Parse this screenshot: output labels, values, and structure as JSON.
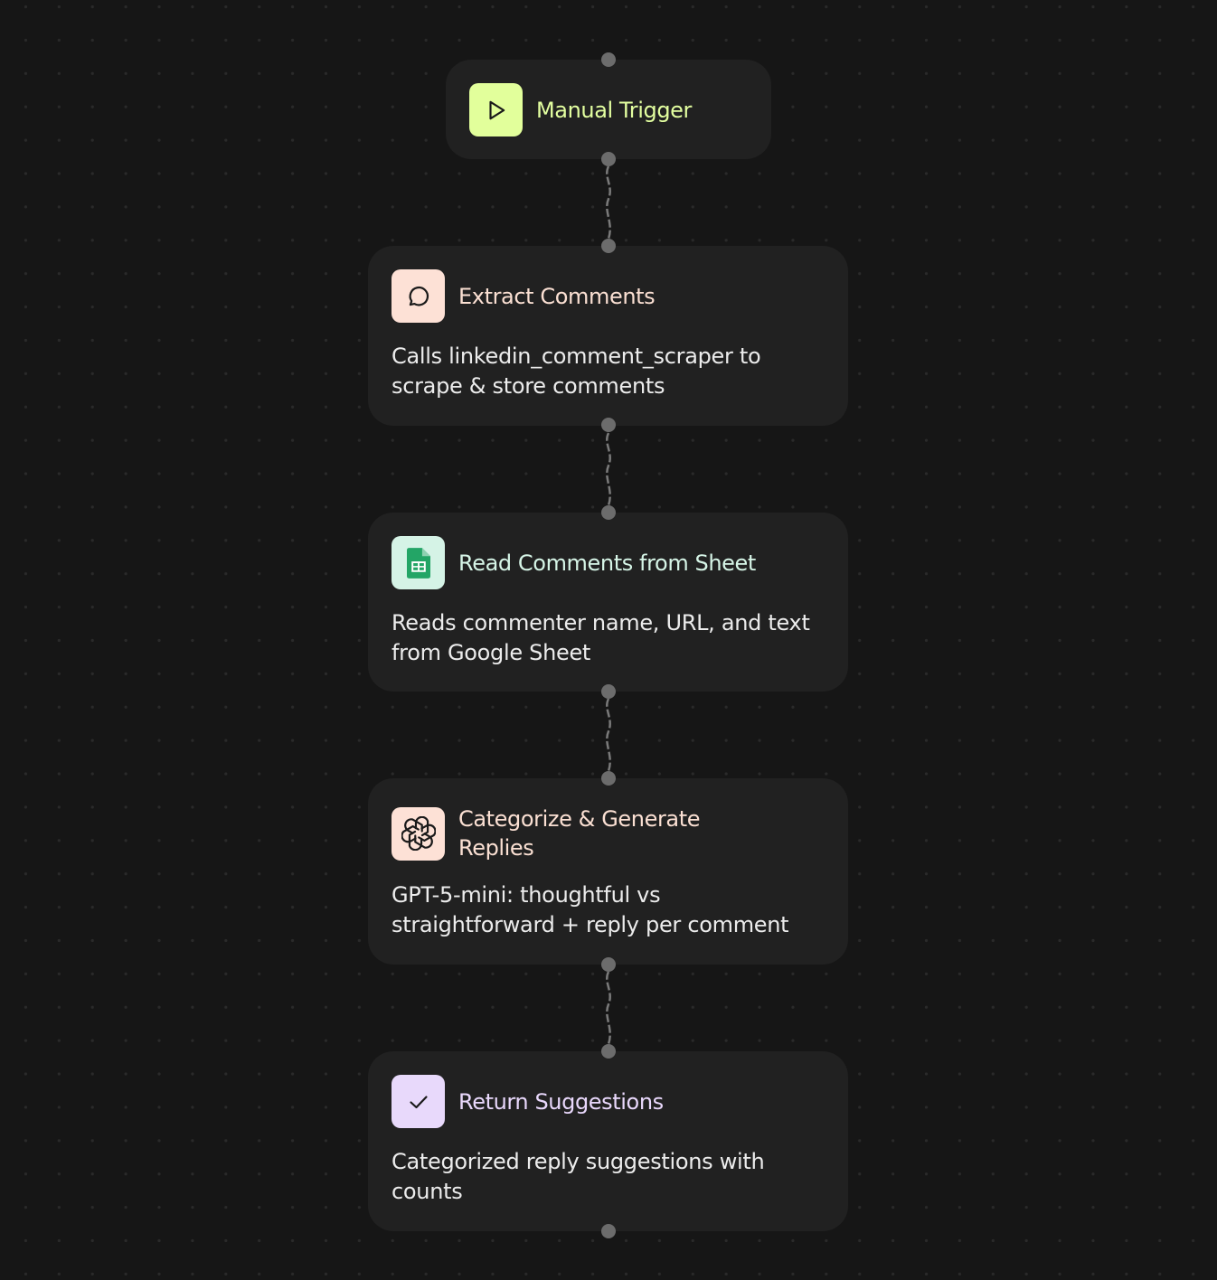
{
  "workflow": {
    "nodes": [
      {
        "id": "manual-trigger",
        "title": "Manual Trigger",
        "description": "",
        "icon": "play-icon",
        "icon_bg": "#E2FF9B",
        "title_color": "#E3FFA0"
      },
      {
        "id": "extract-comments",
        "title": "Extract Comments",
        "description": "Calls linkedin_comment_scraper to scrape & store comments",
        "icon": "chat-bubble-icon",
        "icon_bg": "#FDE1D6",
        "title_color": "#FBE0D3"
      },
      {
        "id": "read-comments-from-sheet",
        "title": "Read Comments from Sheet",
        "description": "Reads commenter name, URL, and text from Google Sheet",
        "icon": "google-sheets-icon",
        "icon_bg": "#D5F3E6",
        "title_color": "#D6F5E7"
      },
      {
        "id": "categorize-generate-replies",
        "title": "Categorize & Generate Replies",
        "description": "GPT-5-mini: thoughtful vs straightforward + reply per comment",
        "icon": "openai-logo-icon",
        "icon_bg": "#FDE1D6",
        "title_color": "#FBE0D3"
      },
      {
        "id": "return-suggestions",
        "title": "Return Suggestions",
        "description": "Categorized reply suggestions with counts",
        "icon": "checkmark-icon",
        "icon_bg": "#E8D9FB",
        "title_color": "#E9D8FC"
      }
    ],
    "colors": {
      "background": "#161616",
      "node_background": "#212121",
      "port": "#6C6C6C",
      "wire": "#7A7A7A",
      "description_text": "#ECECEC"
    }
  }
}
